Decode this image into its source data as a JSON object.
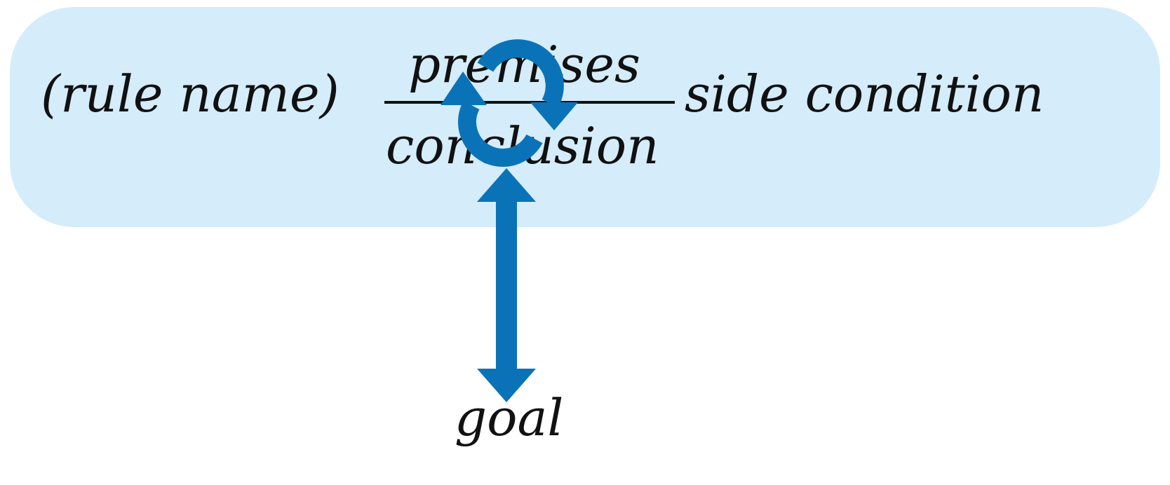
{
  "colors": {
    "panel_fill": "#d5ecfa",
    "arrow": "#0a73b8",
    "text": "#111111"
  },
  "rule": {
    "name": "(rule  name)",
    "premises": "premises",
    "conclusion": "conclusion",
    "side_condition": "side  condition"
  },
  "goal": "goal",
  "icons": {
    "cycle": "refresh-cycle-icon",
    "link": "double-headed-arrow-icon"
  }
}
